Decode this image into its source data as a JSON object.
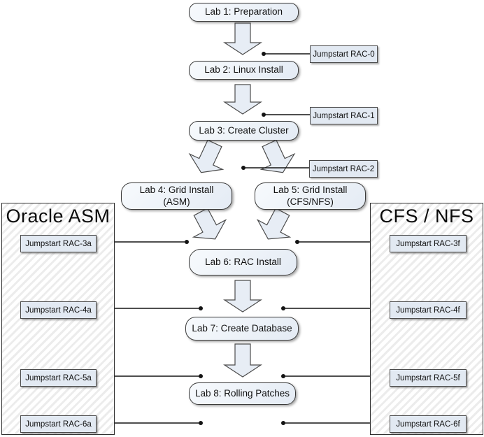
{
  "diagram": {
    "labs": [
      {
        "label": "Lab 1: Preparation"
      },
      {
        "label": "Lab 2: Linux Install"
      },
      {
        "label": "Lab 3: Create Cluster"
      },
      {
        "label": "Lab 4: Grid Install",
        "sub": "(ASM)"
      },
      {
        "label": "Lab 5: Grid Install",
        "sub": "(CFS/NFS)"
      },
      {
        "label": "Lab 6: RAC Install"
      },
      {
        "label": "Lab 7: Create Database"
      },
      {
        "label": "Lab 8: Rolling Patches"
      }
    ],
    "center_jumpstarts": [
      "Jumpstart RAC-0",
      "Jumpstart RAC-1",
      "Jumpstart RAC-2"
    ],
    "panel_left": {
      "title": "Oracle ASM",
      "items": [
        "Jumpstart RAC-3a",
        "Jumpstart RAC-4a",
        "Jumpstart RAC-5a",
        "Jumpstart RAC-6a"
      ]
    },
    "panel_right": {
      "title": "CFS / NFS",
      "items": [
        "Jumpstart RAC-3f",
        "Jumpstart RAC-4f",
        "Jumpstart RAC-5f",
        "Jumpstart RAC-6f"
      ]
    },
    "colors": {
      "node_fill": "#eaf0f8",
      "node_border": "#3a3a3a",
      "arrow_fill": "#e7edf5",
      "panel_hatch_line": "#ececec",
      "connector_line": "#141414"
    }
  }
}
